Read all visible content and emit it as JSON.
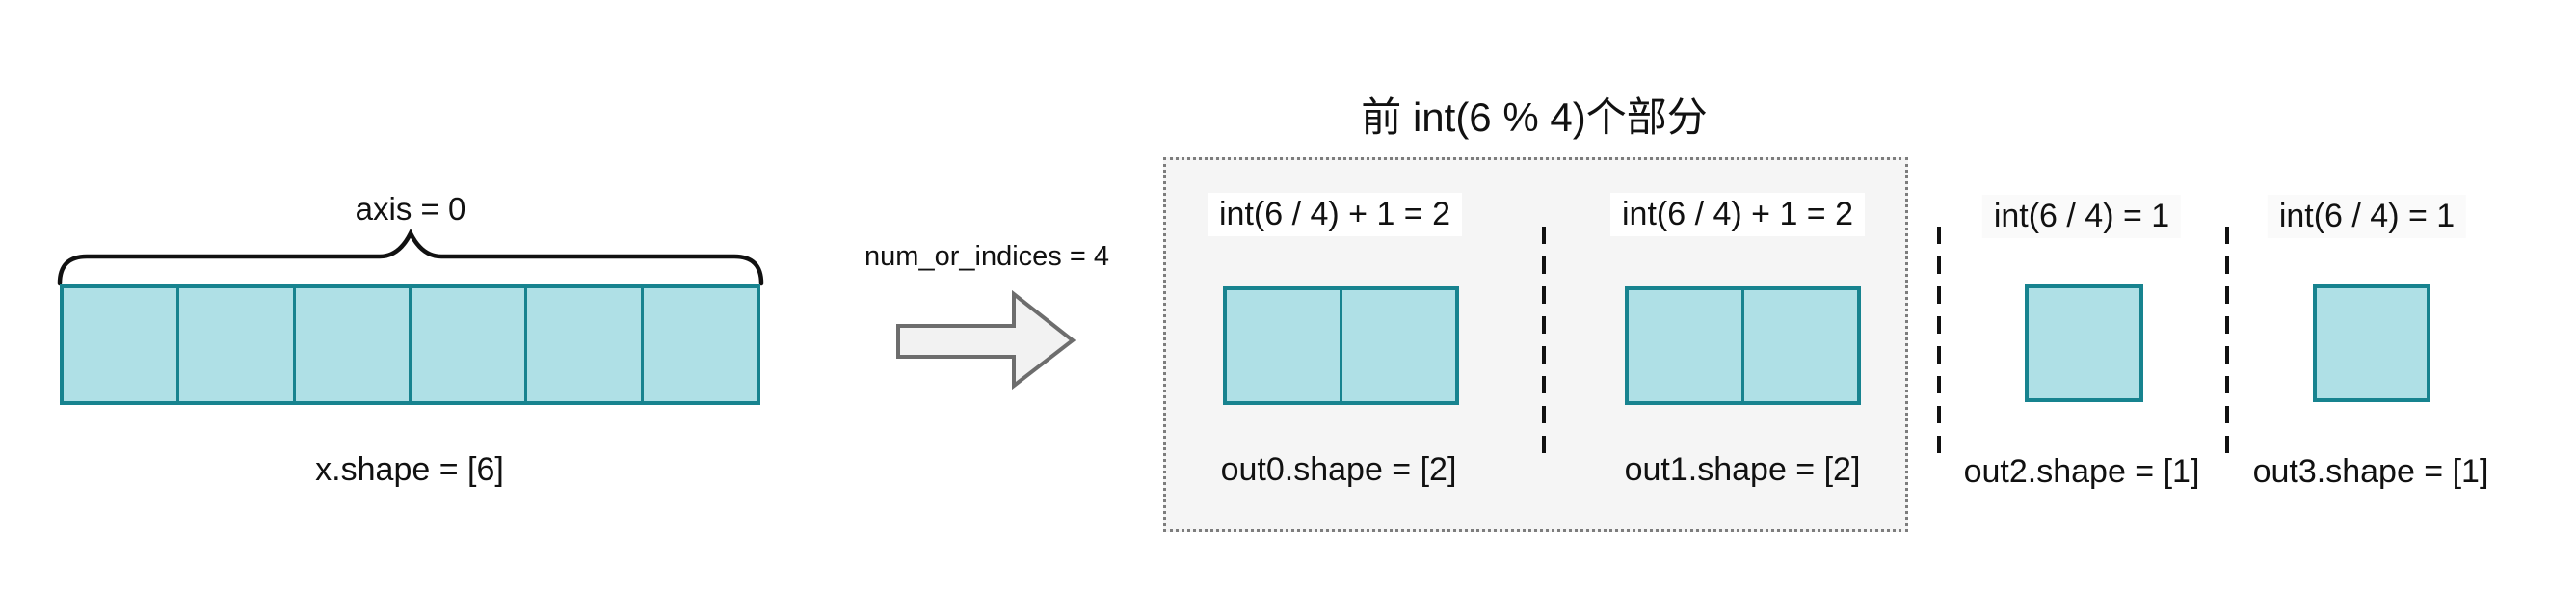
{
  "colors": {
    "ink": "#111111",
    "teal_border": "#17838f",
    "teal_fill": "#afe0e6",
    "box_bg": "#f5f5f5",
    "box_border": "#7d7d7d",
    "arrow_fill": "#f2f2f2",
    "arrow_stroke": "#6d6d6d"
  },
  "input_array": {
    "axis_label": "axis = 0",
    "shape_label": "x.shape = [6]",
    "num_cells": 6
  },
  "arrow": {
    "label": "num_or_indices = 4"
  },
  "split_box": {
    "title": "前 int(6 % 4)个部分"
  },
  "groups": [
    {
      "formula": "int(6 / 4) + 1 = 2",
      "shape": "out0.shape = [2]",
      "cells": 2,
      "inside_box": true
    },
    {
      "formula": "int(6 / 4) + 1 = 2",
      "shape": "out1.shape = [2]",
      "cells": 2,
      "inside_box": true
    },
    {
      "formula": "int(6 / 4) = 1",
      "shape": "out2.shape = [1]",
      "cells": 1,
      "inside_box": false
    },
    {
      "formula": "int(6 / 4) = 1",
      "shape": "out3.shape = [1]",
      "cells": 1,
      "inside_box": false
    }
  ]
}
